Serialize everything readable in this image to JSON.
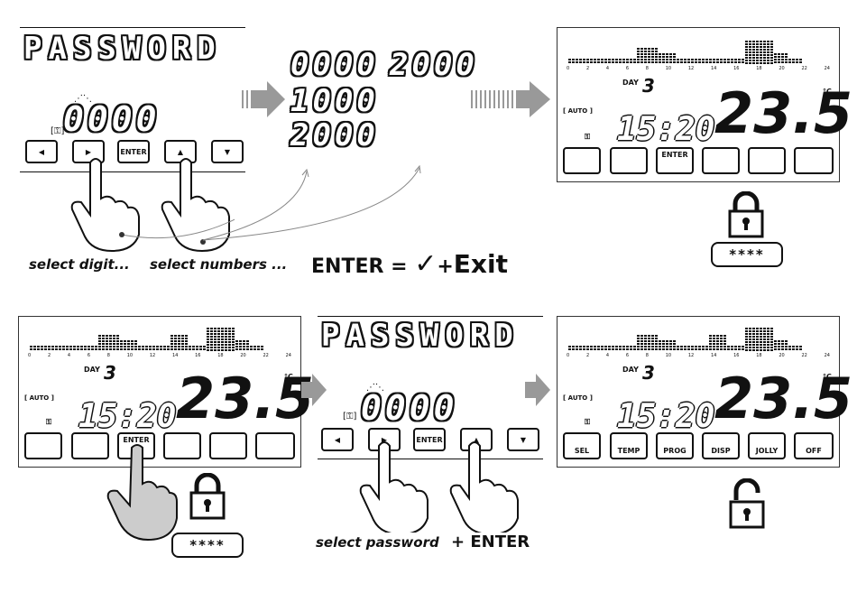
{
  "password_label": "PASSWORD",
  "step1": {
    "display_digits": "0000",
    "buttons": [
      "◀",
      "▶",
      "ENTER",
      "▲",
      "▼"
    ],
    "caption_digit": "select digit...",
    "caption_numbers": "select numbers ..."
  },
  "sequence": {
    "row1a": "0000",
    "row1b": "2000",
    "row2": "1000",
    "row3": "2000"
  },
  "enter_exit": {
    "enter": "ENTER",
    "equals": "=",
    "check": "✓",
    "plus": "+",
    "exit": "Exit"
  },
  "lcd": {
    "day_label": "DAY",
    "day_value": "3",
    "auto_label": "AUTO",
    "time": "15:20",
    "temperature": "23.5",
    "unit": "°C",
    "enter_label": "ENTER",
    "hour_ticks": [
      "0",
      "2",
      "4",
      "6",
      "8",
      "10",
      "12",
      "14",
      "16",
      "18",
      "20",
      "22",
      "24"
    ]
  },
  "locked_code": "****",
  "step3": {
    "display_digits": "0000",
    "buttons": [
      "◀",
      "▶",
      "ENTER",
      "▲",
      "▼"
    ],
    "caption": "select password",
    "plus": "+",
    "enter": "ENTER"
  },
  "unlocked_buttons": [
    "SEL",
    "TEMP",
    "PROG",
    "DISP",
    "JOLLY",
    "OFF"
  ]
}
